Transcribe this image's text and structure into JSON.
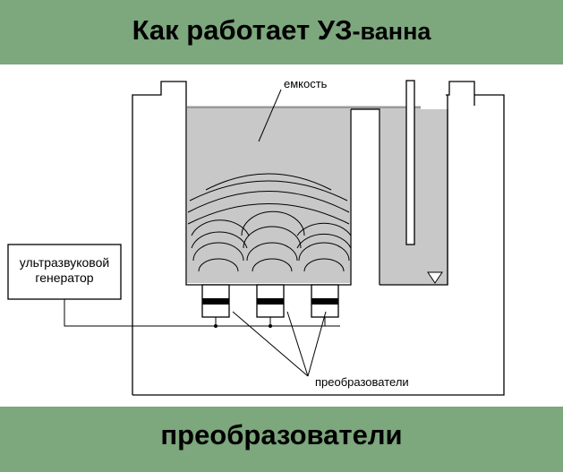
{
  "header": {
    "title_main": "Как работает УЗ",
    "title_suffix": "-ванна"
  },
  "footer": {
    "title": "преобразователи"
  },
  "diagram": {
    "tank_label": "емкость",
    "generator_label_line1": "ультразвуковой",
    "generator_label_line2": "генератор",
    "transducers_label": "преобразователи"
  },
  "colors": {
    "band": "#7da77d",
    "liquid": "#c8c8c8",
    "line": "#000000"
  }
}
